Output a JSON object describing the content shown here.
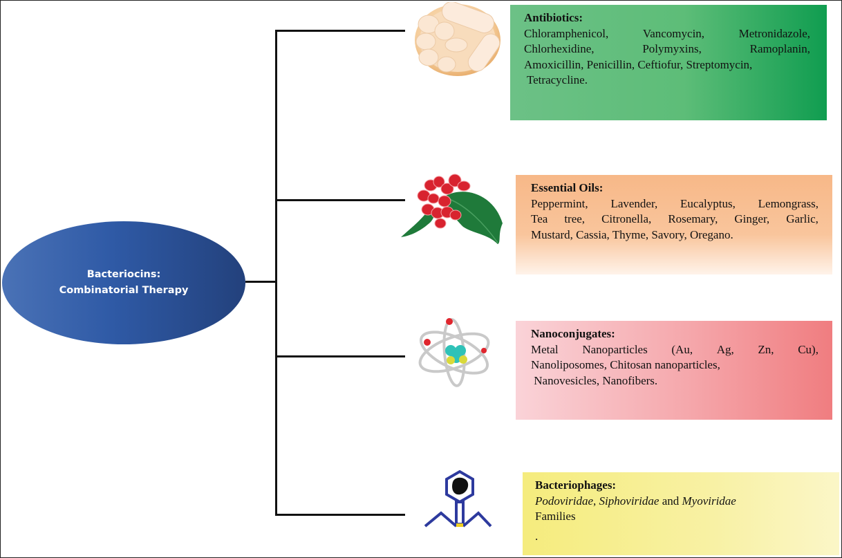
{
  "center": {
    "title_line1": "Bacteriocins:",
    "title_line2": "Combinatorial Therapy",
    "color": "#2f5aa6"
  },
  "branches": [
    {
      "title": "Antibiotics:",
      "icon": "pills-capsule-icon",
      "color": "#5dbd78",
      "lines": [
        [
          "Chloramphenicol,",
          "Vancomycin,",
          "Metronidazole,"
        ],
        [
          "Chlorhexidine,",
          "Polymyxins,",
          "Ramoplanin,"
        ],
        [
          "Amoxicillin, Penicillin, Ceftiofur, Streptomycin,"
        ],
        [
          " Tetracycline."
        ]
      ]
    },
    {
      "title": "Essential Oils:",
      "icon": "holly-berries-icon",
      "color": "#f7b888",
      "lines": [
        [
          "Peppermint,",
          "Lavender,",
          "Eucalyptus,",
          "Lemongrass,"
        ],
        [
          "Tea",
          "tree,",
          "Citronella,",
          "Rosemary,",
          "Ginger,",
          "Garlic,"
        ],
        [
          "Mustard, Cassia, Thyme, Savory, Oregano."
        ]
      ]
    },
    {
      "title": "Nanoconjugates:",
      "icon": "atom-icon",
      "color": "#f07d80",
      "lines": [
        [
          "Metal",
          "Nanoparticles",
          "(Au,",
          "Ag,",
          "Zn,",
          "Cu),"
        ],
        [
          "Nanoliposomes, Chitosan nanoparticles,"
        ],
        [
          " Nanovesicles, Nanofibers."
        ]
      ]
    },
    {
      "title": "Bacteriophages:",
      "icon": "bacteriophage-icon",
      "color": "#f5ec7d",
      "families": [
        "Podoviridae",
        "Siphoviridae",
        "Myoviridae"
      ],
      "sep1": ", ",
      "conj": " and ",
      "line2": "Families",
      "line3": "."
    }
  ]
}
